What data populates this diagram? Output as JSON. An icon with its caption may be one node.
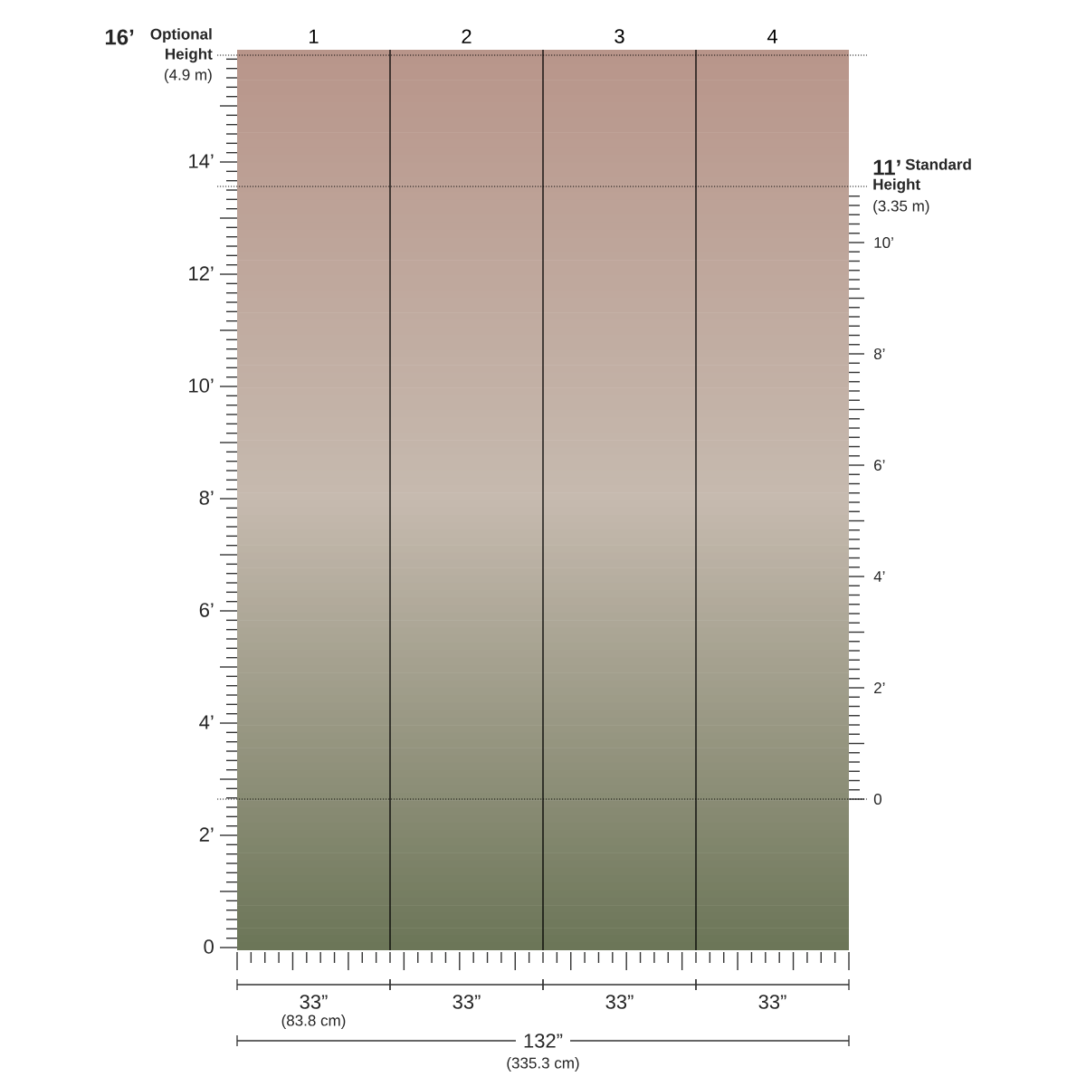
{
  "diagram": {
    "nodes": [
      {
        "text": [
          "1"
        ]
      },
      {
        "text": [
          "2"
        ]
      },
      {
        "text": [
          "3"
        ]
      },
      {
        "text": [
          "4"
        ]
      }
    ],
    "labels": [
      "16’",
      "Optional Height",
      "(4.9 m)",
      "14’",
      "12’",
      "10’",
      "8’",
      "6’",
      "4’",
      "2’",
      "0",
      "11’",
      "Standard Height",
      "(3.35 m)",
      "10’",
      "8’",
      "6’",
      "4’",
      "2’",
      "0",
      "33”",
      "33”",
      "33”",
      "33”",
      "(83.8 cm)",
      "132”",
      "(335.3 cm)"
    ]
  }
}
